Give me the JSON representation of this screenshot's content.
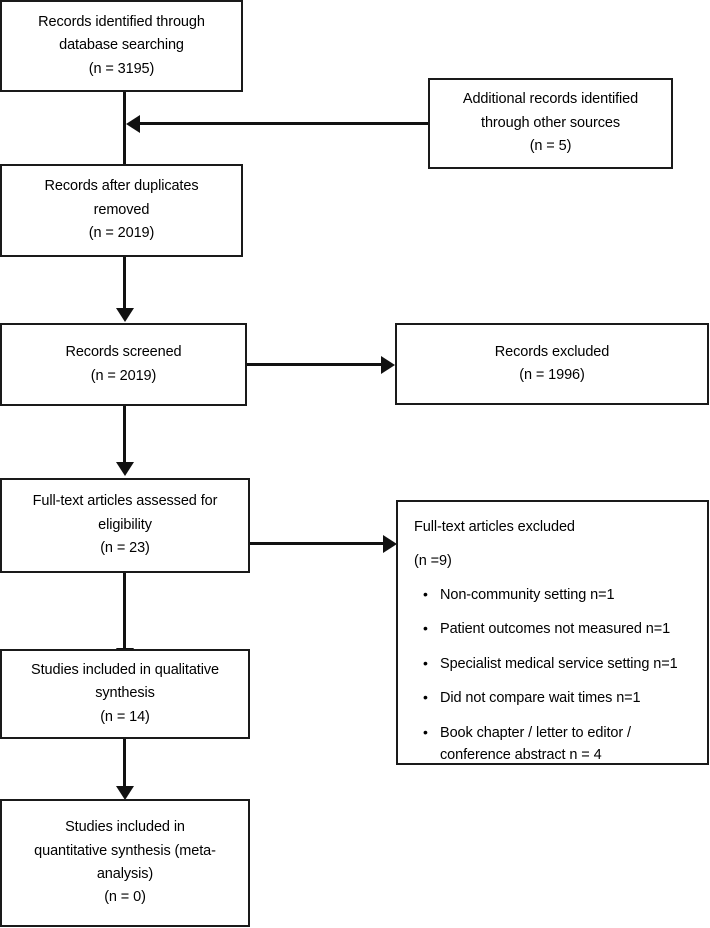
{
  "diagram": {
    "type": "prisma-flow-diagram",
    "title": "PRISMA study selection flow diagram",
    "line_color": "#111111",
    "box_border_color": "#1a1a1a",
    "background": "#ffffff"
  },
  "boxes": {
    "identified": {
      "name": "records-identified-database",
      "lines": [
        "Records identified through",
        "database searching",
        "(n = 3195)"
      ]
    },
    "additional": {
      "name": "additional-records-other-sources",
      "lines": [
        "Additional records identified",
        "through other sources",
        "(n = 5)"
      ]
    },
    "duplicates_removed": {
      "name": "records-after-duplicates-removed",
      "lines": [
        "Records after duplicates",
        "removed",
        "(n = 2019)"
      ]
    },
    "screened": {
      "name": "records-screened",
      "lines": [
        "Records screened",
        "(n = 2019)"
      ]
    },
    "records_excluded": {
      "name": "records-excluded",
      "lines": [
        "Records excluded",
        "(n = 1996)"
      ]
    },
    "fulltext_assessed": {
      "name": "full-text-articles-assessed",
      "lines": [
        "Full-text articles assessed for",
        "eligibility",
        "(n = 23)"
      ]
    },
    "fulltext_excluded": {
      "name": "full-text-articles-excluded",
      "heading": "Full-text articles excluded",
      "count": "(n =9)",
      "bullet_glyph": "•",
      "reasons": [
        "Non-community setting n=1",
        "Patient outcomes not measured n=1",
        "Specialist medical service setting n=1",
        "Did not compare wait times n=1",
        "Book chapter / letter to editor / conference abstract n = 4"
      ]
    },
    "qualitative": {
      "name": "studies-included-qualitative",
      "lines": [
        "Studies included in qualitative",
        "synthesis",
        "(n = 14)"
      ]
    },
    "quantitative": {
      "name": "studies-included-quantitative",
      "lines": [
        "Studies included in",
        "quantitative synthesis (meta-",
        "analysis)",
        "(n = 0)"
      ]
    }
  },
  "counts": {
    "identified_database": 3195,
    "additional_other_sources": 5,
    "after_duplicates_removed": 2019,
    "screened": 2019,
    "records_excluded": 1996,
    "fulltext_assessed": 23,
    "fulltext_excluded": 9,
    "included_qualitative": 14,
    "included_quantitative": 0
  }
}
